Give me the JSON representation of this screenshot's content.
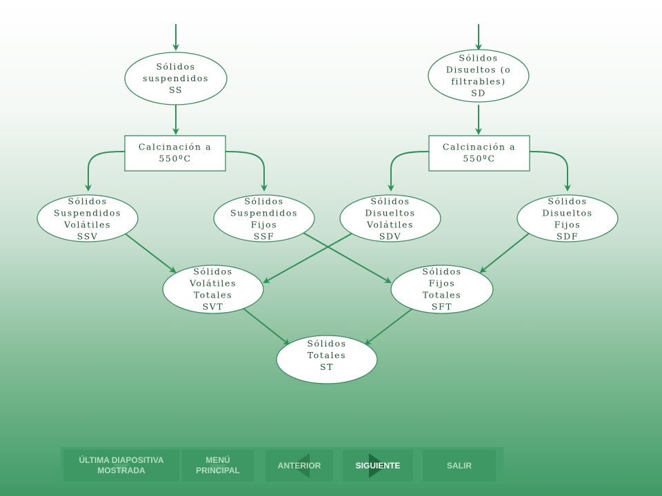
{
  "diagram": {
    "nodes": {
      "ss": [
        "Sólidos",
        "suspendidos",
        "SS"
      ],
      "sd": [
        "Sólidos",
        "Disueltos (o",
        "filtrables)",
        "SD"
      ],
      "calc_left": [
        "Calcinación  a",
        "550ºC"
      ],
      "calc_right": [
        "Calcinación  a",
        "550ºC"
      ],
      "ssv": [
        "Sólidos",
        "Suspendidos",
        "Volátiles",
        "SSV"
      ],
      "ssf": [
        "Sólidos",
        "Suspendidos",
        "Fijos",
        "SSF"
      ],
      "sdv": [
        "Sólidos",
        "Disueltos",
        "Volátiles",
        "SDV"
      ],
      "sdf": [
        "Sólidos",
        "Disueltos",
        "Fijos",
        "SDF"
      ],
      "svt": [
        "Sólidos",
        "Volátiles",
        "Totales",
        "SVT"
      ],
      "sft": [
        "Sólidos",
        "Fijos",
        "Totales",
        "SFT"
      ],
      "st": [
        "Sólidos",
        "Totales",
        "ST"
      ]
    },
    "colors": {
      "line": "#2e9158",
      "node_stroke": "#3a8a5c",
      "node_fill": "#ffffff",
      "text": "#1f4f33"
    }
  },
  "nav": {
    "last_slide": "ÚLTIMA DIAPOSITIVA\nMOSTRADA",
    "main_menu": "MENÚ\nPRINCIPAL",
    "previous": "ANTERIOR",
    "next": "SIGUIENTE",
    "exit": "SALIR"
  }
}
